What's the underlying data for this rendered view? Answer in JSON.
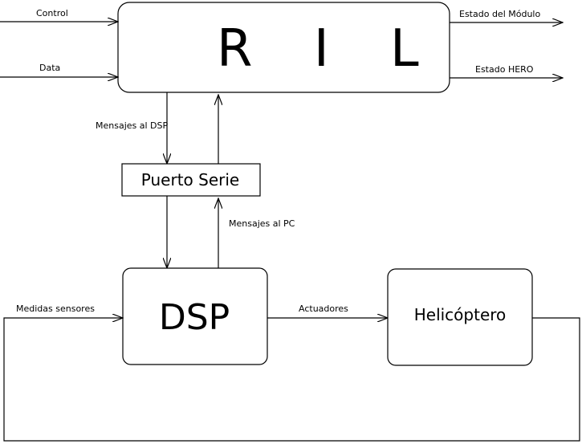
{
  "blocks": {
    "ril": "R I L",
    "puerto_serie": "Puerto Serie",
    "dsp": "DSP",
    "helicoptero": "Helicóptero"
  },
  "signals": {
    "control": "Control",
    "data": "Data",
    "estado_modulo": "Estado del Módulo",
    "estado_hero": "Estado HERO",
    "mensajes_dsp": "Mensajes al DSP",
    "mensajes_pc": "Mensajes al PC",
    "medidas_sensores": "Medidas sensores",
    "actuadores": "Actuadores"
  }
}
